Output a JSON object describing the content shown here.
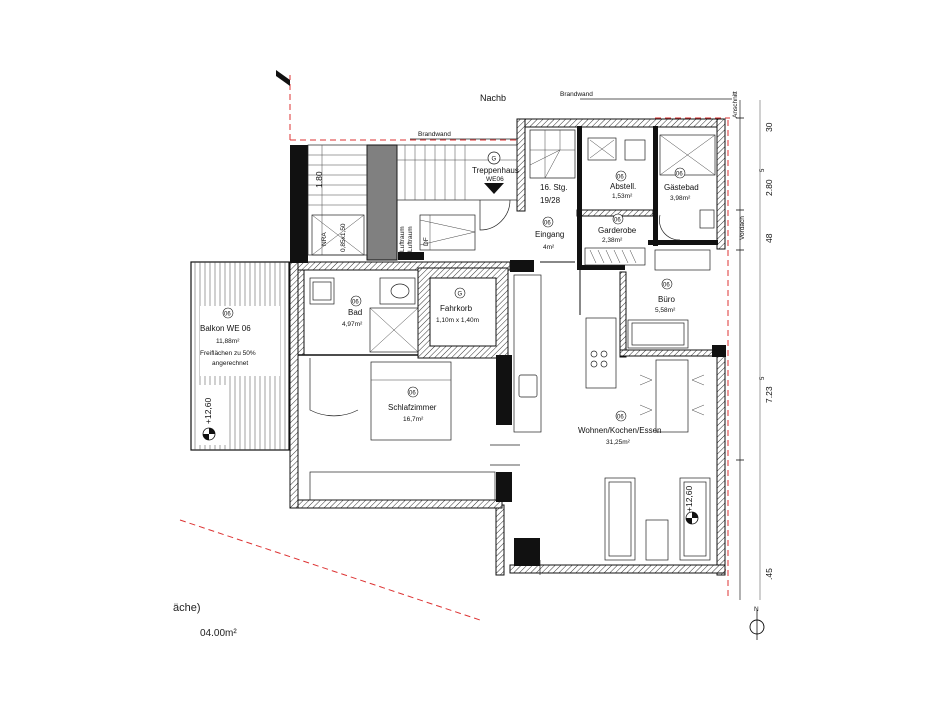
{
  "labels": {
    "nachbar": "Nachb",
    "brandwand_top": "Brandwand",
    "brandwand_left": "Brandwand",
    "treppenhaus": "Treppenhaus",
    "treppenhaus_we": "WE06",
    "treppenhaus_badge": "G",
    "stg_1": "16. Stg.",
    "stg_2": "19/28",
    "abstell": "Abstell.",
    "abstell_area": "1,53m²",
    "gastebad": "Gästebad",
    "gastebad_area": "3,98m²",
    "eingang": "Eingang",
    "eingang_area": "4m²",
    "garderobe": "Garderobe",
    "garderobe_area": "2,38m²",
    "buero": "Büro",
    "buero_area": "5,58m²",
    "bad": "Bad",
    "bad_area": "4,97m²",
    "fahrkorb": "Fahrkorb",
    "fahrkorb_size": "1,10m x 1,40m",
    "balkon": "Balkon WE 06",
    "balkon_area": "11,88m²",
    "balkon_note1": "Freiflächen zu 50%",
    "balkon_note2": "angerechnet",
    "schlafzimmer": "Schlafzimmer",
    "schlafzimmer_area": "16,7m²",
    "wohnen": "Wohnen/Kochen/Essen",
    "wohnen_area": "31,25m²",
    "nra": "NRA",
    "nra_size": "0,85x1,50",
    "luftraum": "Luftraum",
    "luftraum2": "Luftraum",
    "df": "DF",
    "vordach": "Vordach",
    "anschnitt": "Anschnitt",
    "badge_num": "06",
    "level_left": "+12,60",
    "level_right": "+12,60",
    "bottom_text1": "äche)",
    "bottom_text2": "04.00m²"
  },
  "dimensions": {
    "d1": "1.80",
    "d2": "2.80",
    "d2_sup": "5",
    "d3": "48",
    "d4": "7.23",
    "d4_sup": "5",
    "d5": ".45",
    "d6": "30"
  },
  "colors": {
    "wall": "#111111",
    "hatch": "#333333",
    "redline": "#dd3333",
    "grey_block": "#808080"
  }
}
